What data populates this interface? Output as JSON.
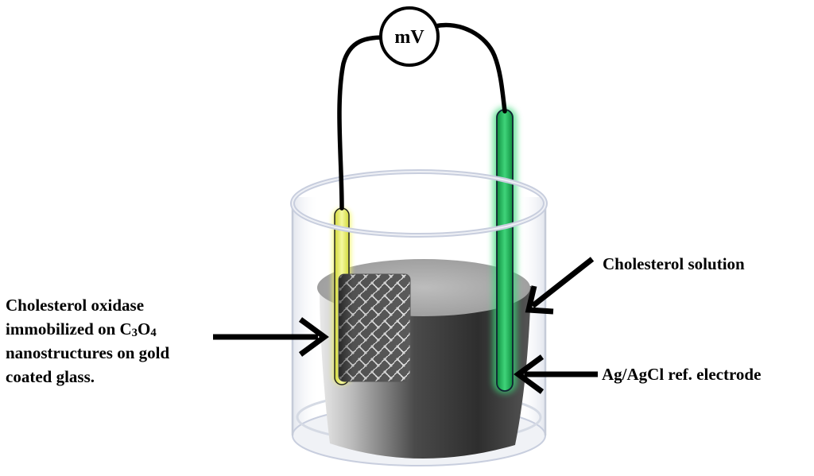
{
  "meter": {
    "label": "mV"
  },
  "labels": {
    "enzyme_electrode": {
      "line1": "Cholesterol oxidase",
      "line2_prefix": "immobilized on C",
      "line2_sub1": "3",
      "line2_mid": "O",
      "line2_sub2": "4",
      "line3": "nanostructures on gold",
      "line4": "coated glass."
    },
    "solution": "Cholesterol solution",
    "reference": "Ag/AgCl ref. electrode"
  },
  "colors": {
    "working_electrode": "#e6ee5a",
    "reference_electrode": "#22b45a",
    "solution": "#3a3a3a",
    "wire": "#000000",
    "beaker": "#c8cede"
  }
}
